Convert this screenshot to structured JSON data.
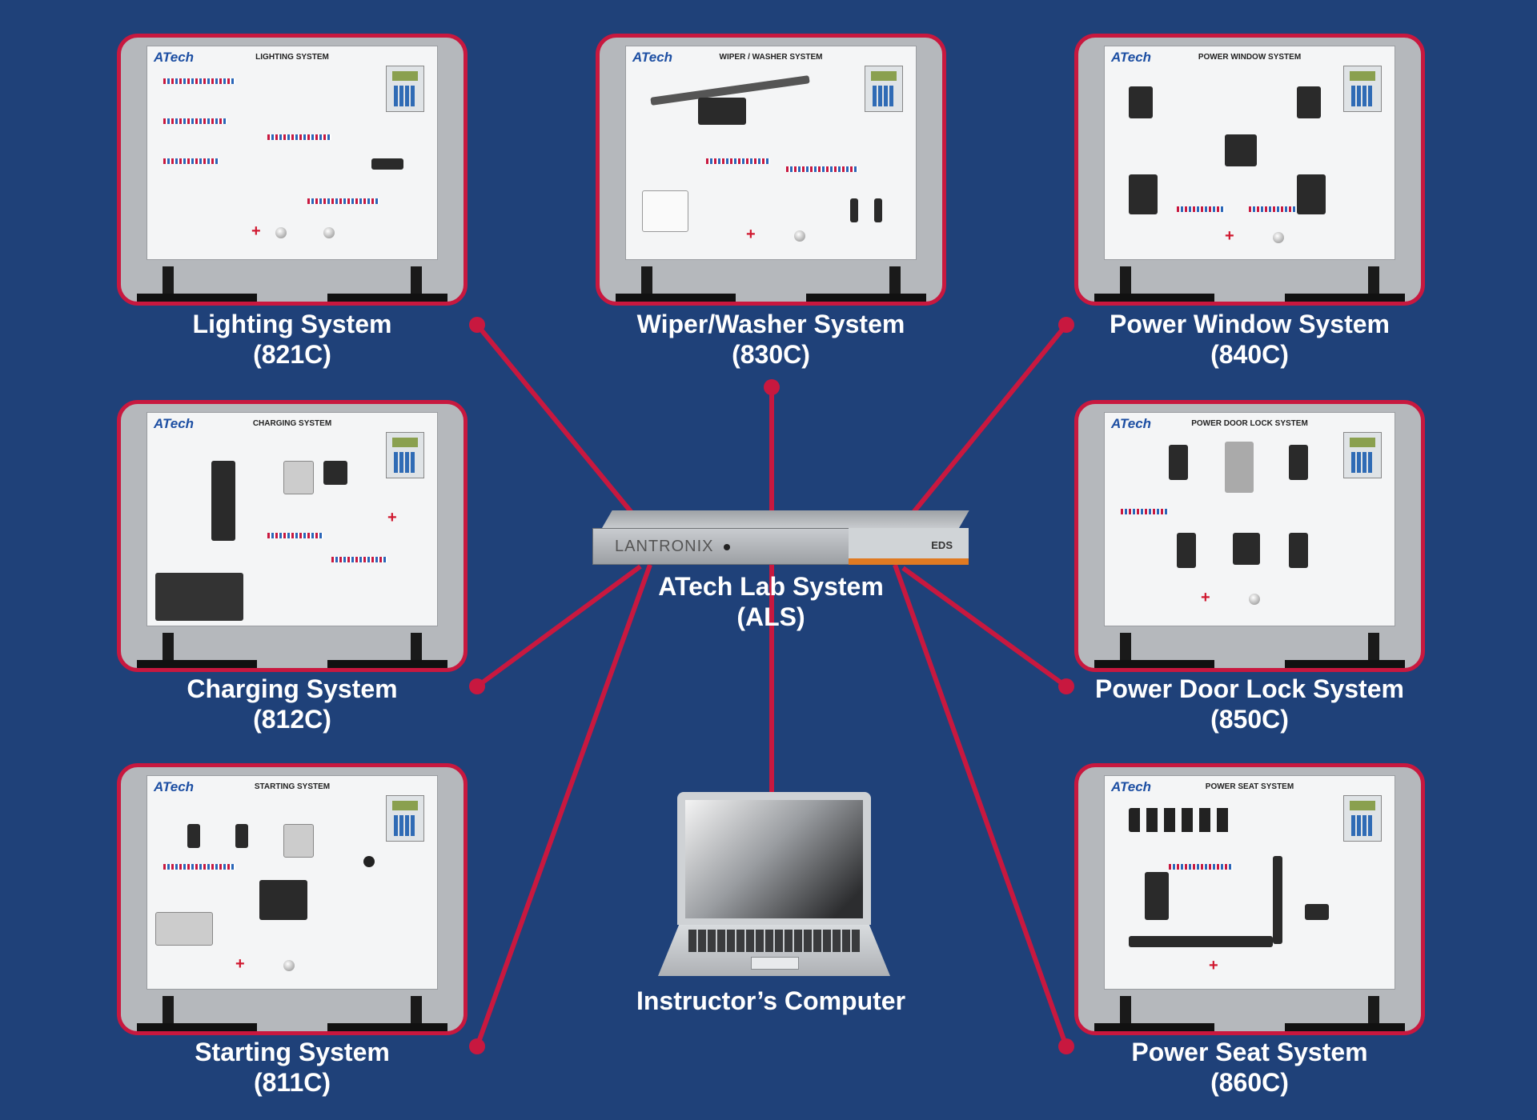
{
  "background_color": "#1f4179",
  "accent_color": "#c8183f",
  "hub": {
    "brand": "LANTRONIX",
    "model": "EDS",
    "title": "ATech Lab System",
    "code": "(ALS)"
  },
  "instructor": {
    "label": "Instructor’s Computer"
  },
  "trainers": [
    {
      "name": "Lighting System",
      "code": "(821C)",
      "panel_title": "LIGHTING SYSTEM"
    },
    {
      "name": "Wiper/Washer System",
      "code": "(830C)",
      "panel_title": "WIPER / WASHER SYSTEM"
    },
    {
      "name": "Power Window System",
      "code": "(840C)",
      "panel_title": "POWER WINDOW SYSTEM"
    },
    {
      "name": "Charging System",
      "code": "(812C)",
      "panel_title": "CHARGING SYSTEM"
    },
    {
      "name": "Power Door Lock System",
      "code": "(850C)",
      "panel_title": "POWER DOOR LOCK SYSTEM"
    },
    {
      "name": "Starting System",
      "code": "(811C)",
      "panel_title": "STARTING SYSTEM"
    },
    {
      "name": "Power Seat System",
      "code": "(860C)",
      "panel_title": "POWER SEAT SYSTEM"
    }
  ],
  "panel_brand": "ATech"
}
